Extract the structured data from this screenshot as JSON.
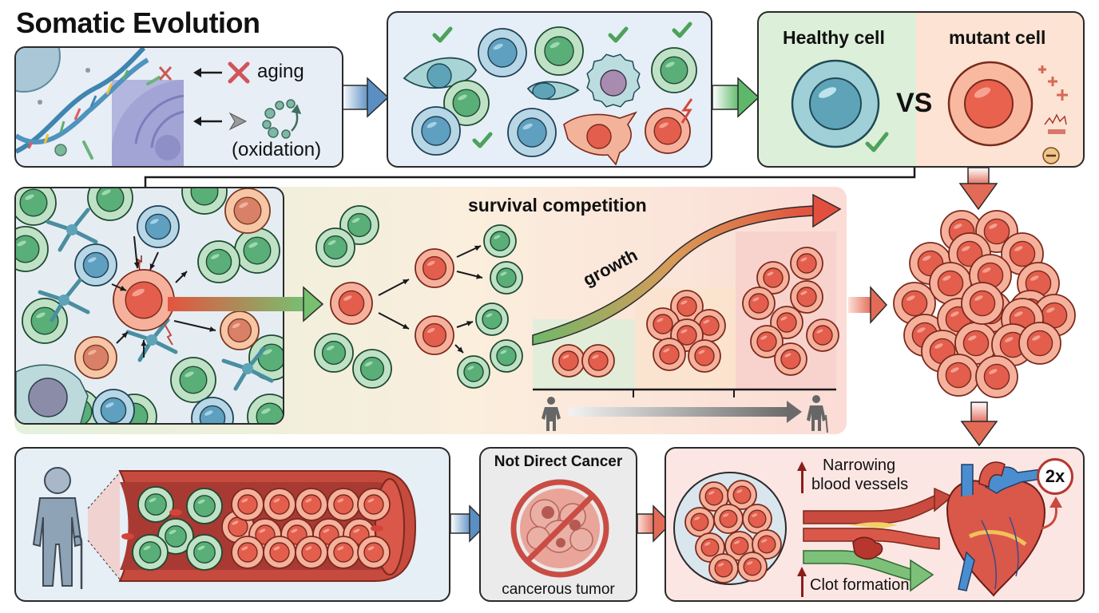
{
  "title": "Somatic Evolution",
  "panel_causes": {
    "aging_label": "aging",
    "oxidation_label": "(oxidation)",
    "icons": [
      "dna-icon",
      "cell-nucleus-icon",
      "x-mark-icon",
      "left-arrow-icon",
      "molecule-icon"
    ]
  },
  "panel_cell_population": {
    "icons": [
      "check-icon",
      "healthy-cell-icon",
      "damaged-cell-icon",
      "lightning-icon"
    ]
  },
  "panel_compare": {
    "healthy_label": "Healthy cell",
    "vs_label": "VS",
    "mutant_label": "mutant cell",
    "colors": {
      "healthy_bg": "#dcefd9",
      "mutant_bg": "#fde3d3"
    }
  },
  "middle_row": {
    "competition_title": "survival competition",
    "growth_label": "growth",
    "timeline": {
      "start_icon": "young-person-icon",
      "end_icon": "elderly-person-icon",
      "stages": 3
    }
  },
  "bottom_row": {
    "not_cancer_title": "Not Direct Cancer",
    "tumor_label": "cancerous tumor",
    "narrowing_label_line1": "Narrowing",
    "narrowing_label_line2": "blood vessels",
    "clot_label": "Clot formation",
    "risk_badge": "2x"
  },
  "colors": {
    "panel_blue": "#e6eef7",
    "panel_gray": "#ebebeb",
    "panel_pink": "#fbe6e3",
    "red_cell": "#e8624e",
    "green_cell": "#5cae78",
    "blue_cell": "#6aa8c7",
    "outline": "#2a2a2a"
  }
}
